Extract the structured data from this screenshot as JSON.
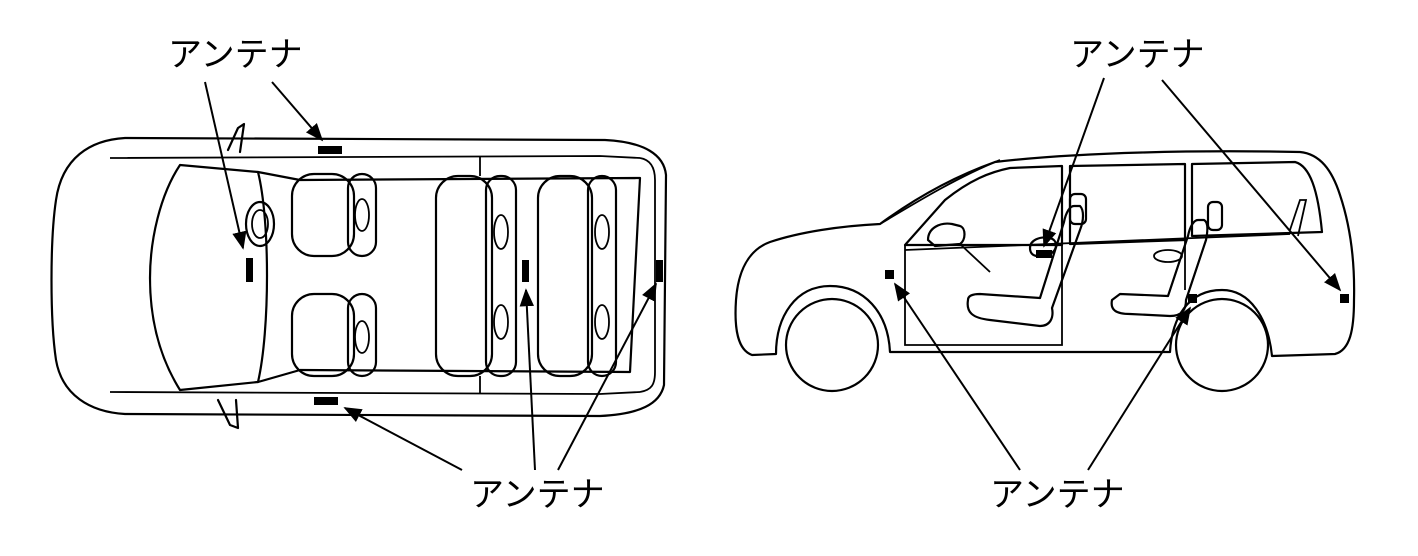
{
  "diagram": {
    "label_color": "#000000",
    "line_color": "#000000",
    "labels": [
      {
        "id": "top-view-upper",
        "text": "アンテナ"
      },
      {
        "id": "top-view-lower",
        "text": "アンテナ"
      },
      {
        "id": "side-view-upper",
        "text": "アンテナ"
      },
      {
        "id": "side-view-lower",
        "text": "アンテナ"
      }
    ]
  }
}
